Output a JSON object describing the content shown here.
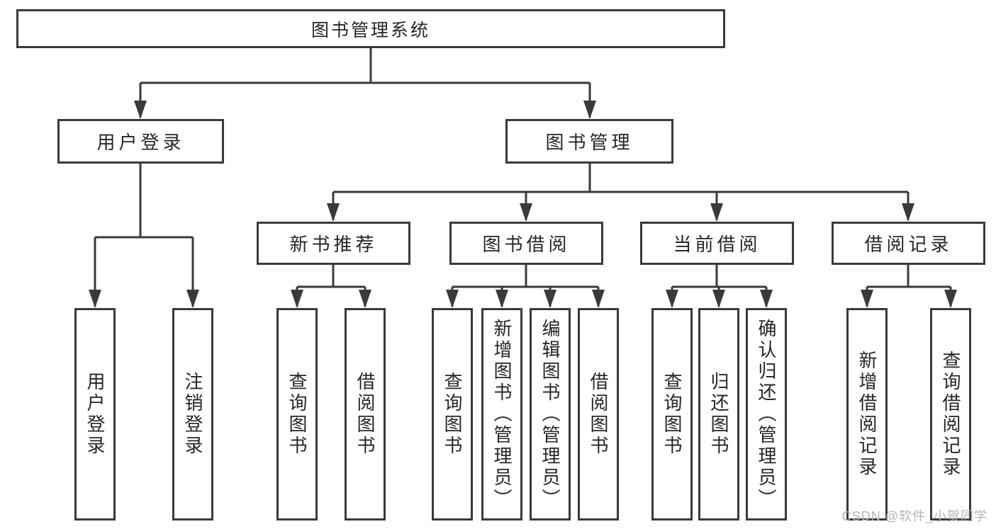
{
  "diagram": {
    "type": "hierarchy-tree",
    "watermark": "CSDN @软件_小贺同学",
    "colors": {
      "line": "#3a3a3a",
      "box_border": "#3a3a3a",
      "text": "#262626",
      "background": "#ffffff",
      "watermark": "#b8b4b4"
    },
    "tree": {
      "label": "图书管理系统",
      "children": [
        {
          "label": "用户登录",
          "children": [
            {
              "label": "用户登录"
            },
            {
              "label": "注销登录"
            }
          ]
        },
        {
          "label": "图书管理",
          "children": [
            {
              "label": "新书推荐",
              "children": [
                {
                  "label": "查询图书"
                },
                {
                  "label": "借阅图书"
                }
              ]
            },
            {
              "label": "图书借阅",
              "children": [
                {
                  "label": "查询图书"
                },
                {
                  "label": "新增图书（管理员）"
                },
                {
                  "label": "编辑图书（管理员）"
                },
                {
                  "label": "借阅图书"
                }
              ]
            },
            {
              "label": "当前借阅",
              "children": [
                {
                  "label": "查询图书"
                },
                {
                  "label": "归还图书"
                },
                {
                  "label": "确认归还（管理员）"
                }
              ]
            },
            {
              "label": "借阅记录",
              "children": [
                {
                  "label": "新增借阅记录"
                },
                {
                  "label": "查询借阅记录"
                }
              ]
            }
          ]
        }
      ]
    }
  }
}
